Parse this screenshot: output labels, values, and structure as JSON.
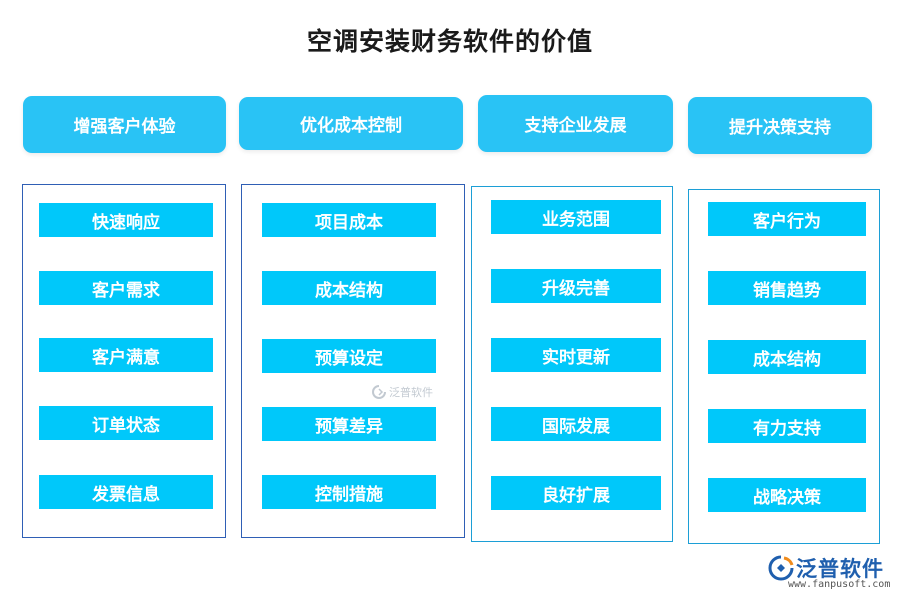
{
  "title": "空调安装财务软件的价值",
  "columns": [
    {
      "header": "增强客户体验",
      "items": [
        "快速响应",
        "客户需求",
        "客户满意",
        "订单状态",
        "发票信息"
      ]
    },
    {
      "header": "优化成本控制",
      "items": [
        "项目成本",
        "成本结构",
        "预算设定",
        "预算差异",
        "控制措施"
      ]
    },
    {
      "header": "支持企业发展",
      "items": [
        "业务范围",
        "升级完善",
        "实时更新",
        "国际发展",
        "良好扩展"
      ]
    },
    {
      "header": "提升决策支持",
      "items": [
        "客户行为",
        "销售趋势",
        "成本结构",
        "有力支持",
        "战略决策"
      ]
    }
  ],
  "watermark": {
    "text": "泛普软件"
  },
  "logo": {
    "name": "泛普软件",
    "url": "www.fanpusoft.com"
  },
  "colors": {
    "header": "#29c3f5",
    "item": "#00c8fa",
    "border": "#2f5fb5",
    "title": "#1a1a1a"
  }
}
